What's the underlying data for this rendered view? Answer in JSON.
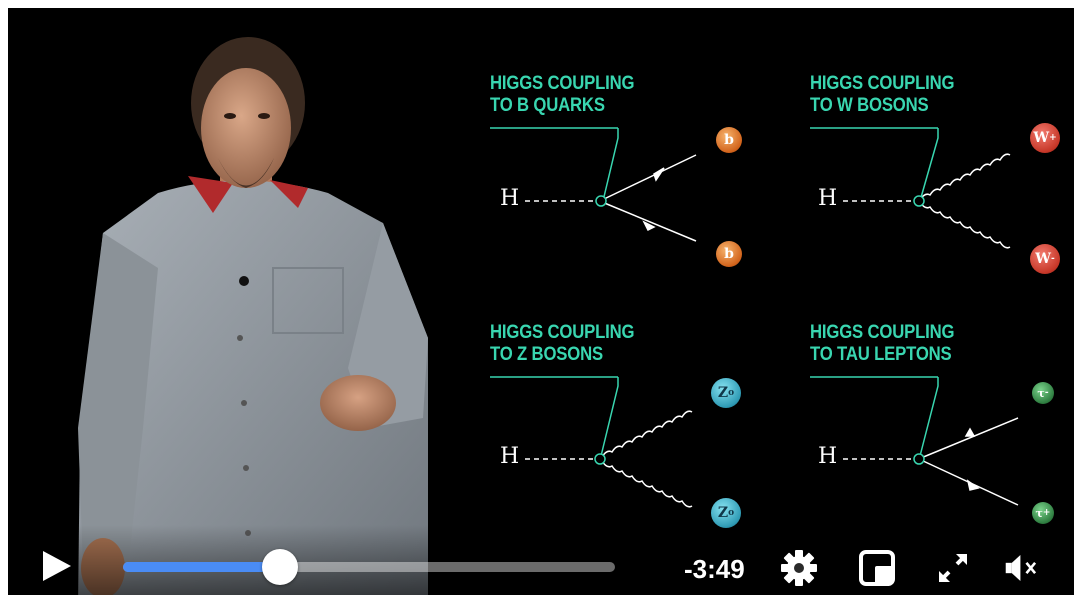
{
  "video": {
    "diagrams": [
      {
        "title_line1": "HIGGS COUPLING",
        "title_line2": "TO B QUARKS",
        "h_label": "H",
        "particle_top": "b",
        "particle_bottom": "b"
      },
      {
        "title_line1": "HIGGS COUPLING",
        "title_line2": "TO W BOSONS",
        "h_label": "H",
        "particle_top": "W",
        "particle_top_sup": "+",
        "particle_bottom": "W",
        "particle_bottom_sup": "-"
      },
      {
        "title_line1": "HIGGS COUPLING",
        "title_line2": "TO Z BOSONS",
        "h_label": "H",
        "particle_top": "Z",
        "particle_top_sup": "o",
        "particle_bottom": "Z",
        "particle_bottom_sup": "o"
      },
      {
        "title_line1": "HIGGS COUPLING",
        "title_line2": "TO TAU LEPTONS",
        "h_label": "H",
        "particle_top": "τ",
        "particle_top_sup": "-",
        "particle_bottom": "τ",
        "particle_bottom_sup": "+"
      }
    ],
    "accent_color": "#39d6b0"
  },
  "controls": {
    "time_remaining": "-3:49",
    "progress_fraction": 0.32,
    "progress_color": "#4a8cf5",
    "icons": [
      "play-icon",
      "settings-gear-icon",
      "picture-in-picture-icon",
      "fullscreen-expand-icon",
      "volume-muted-icon"
    ]
  }
}
